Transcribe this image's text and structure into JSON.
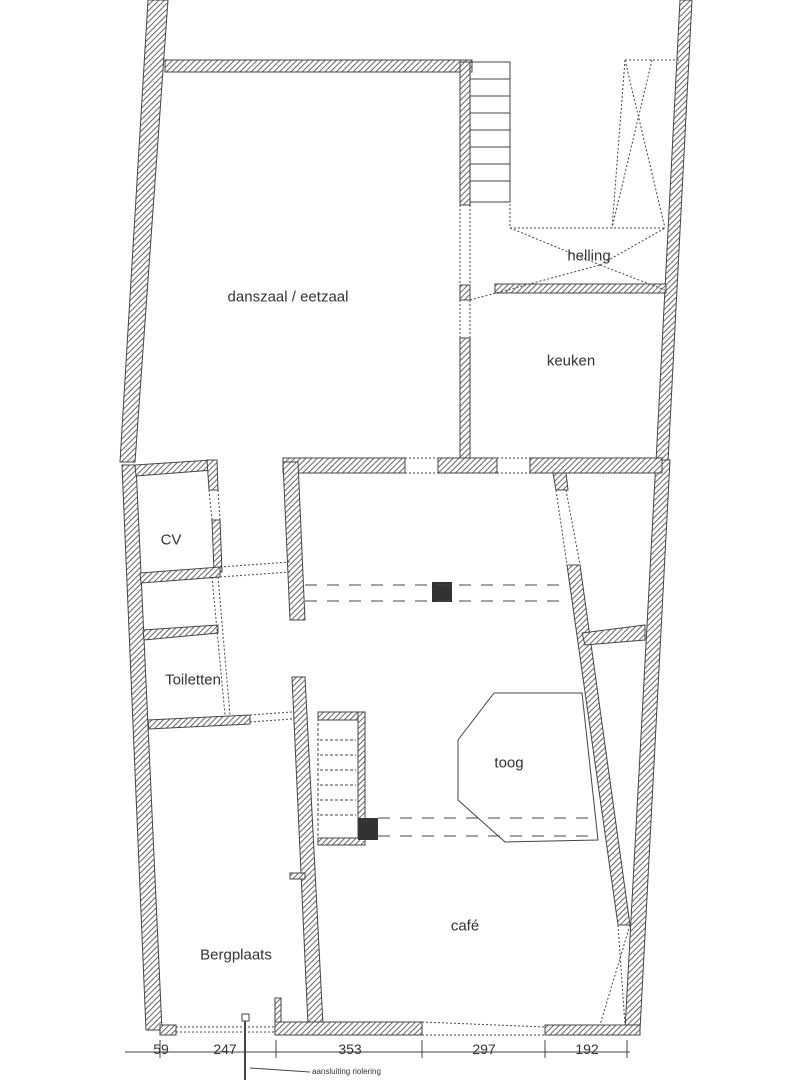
{
  "rooms": {
    "danszaal": "danszaal / eetzaal",
    "helling": "helling",
    "keuken": "keuken",
    "cv": "CV",
    "toiletten": "Toiletten",
    "toog": "toog",
    "cafe": "café",
    "bergplaats": "Bergplaats"
  },
  "dimensions": [
    "59",
    "247",
    "353",
    "297",
    "192"
  ],
  "annotation": "aansluiting riolering",
  "colors": {
    "wall": "#555555",
    "column": "#333333",
    "line": "#444444"
  }
}
